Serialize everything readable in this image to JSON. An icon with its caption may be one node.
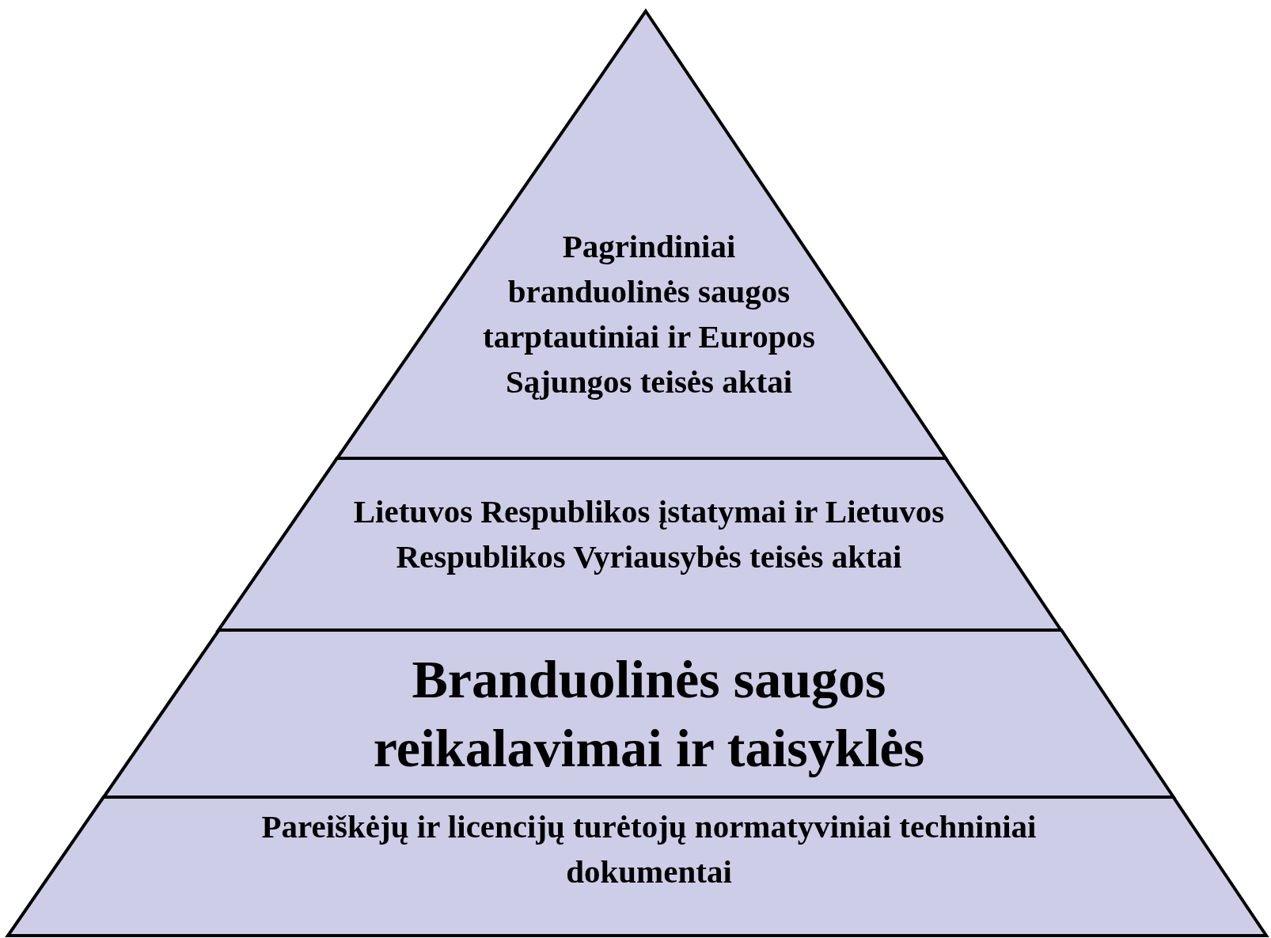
{
  "diagram": {
    "nodes": [
      {
        "text": [
          "Pagrindiniai branduolinės saugos tarptautiniai ir Europos Sąjungos teisės aktai"
        ]
      },
      {
        "text": [
          "Lietuvos Respublikos įstatymai ir Lietuvos Respublikos Vyriausybės teisės aktai"
        ]
      },
      {
        "text": [
          "Branduolinės saugos reikalavimai ir taisyklės"
        ]
      },
      {
        "text": [
          "Pareiškėjų ir licencijų turėtojų normatyviniai techniniai dokumentai"
        ]
      }
    ]
  }
}
